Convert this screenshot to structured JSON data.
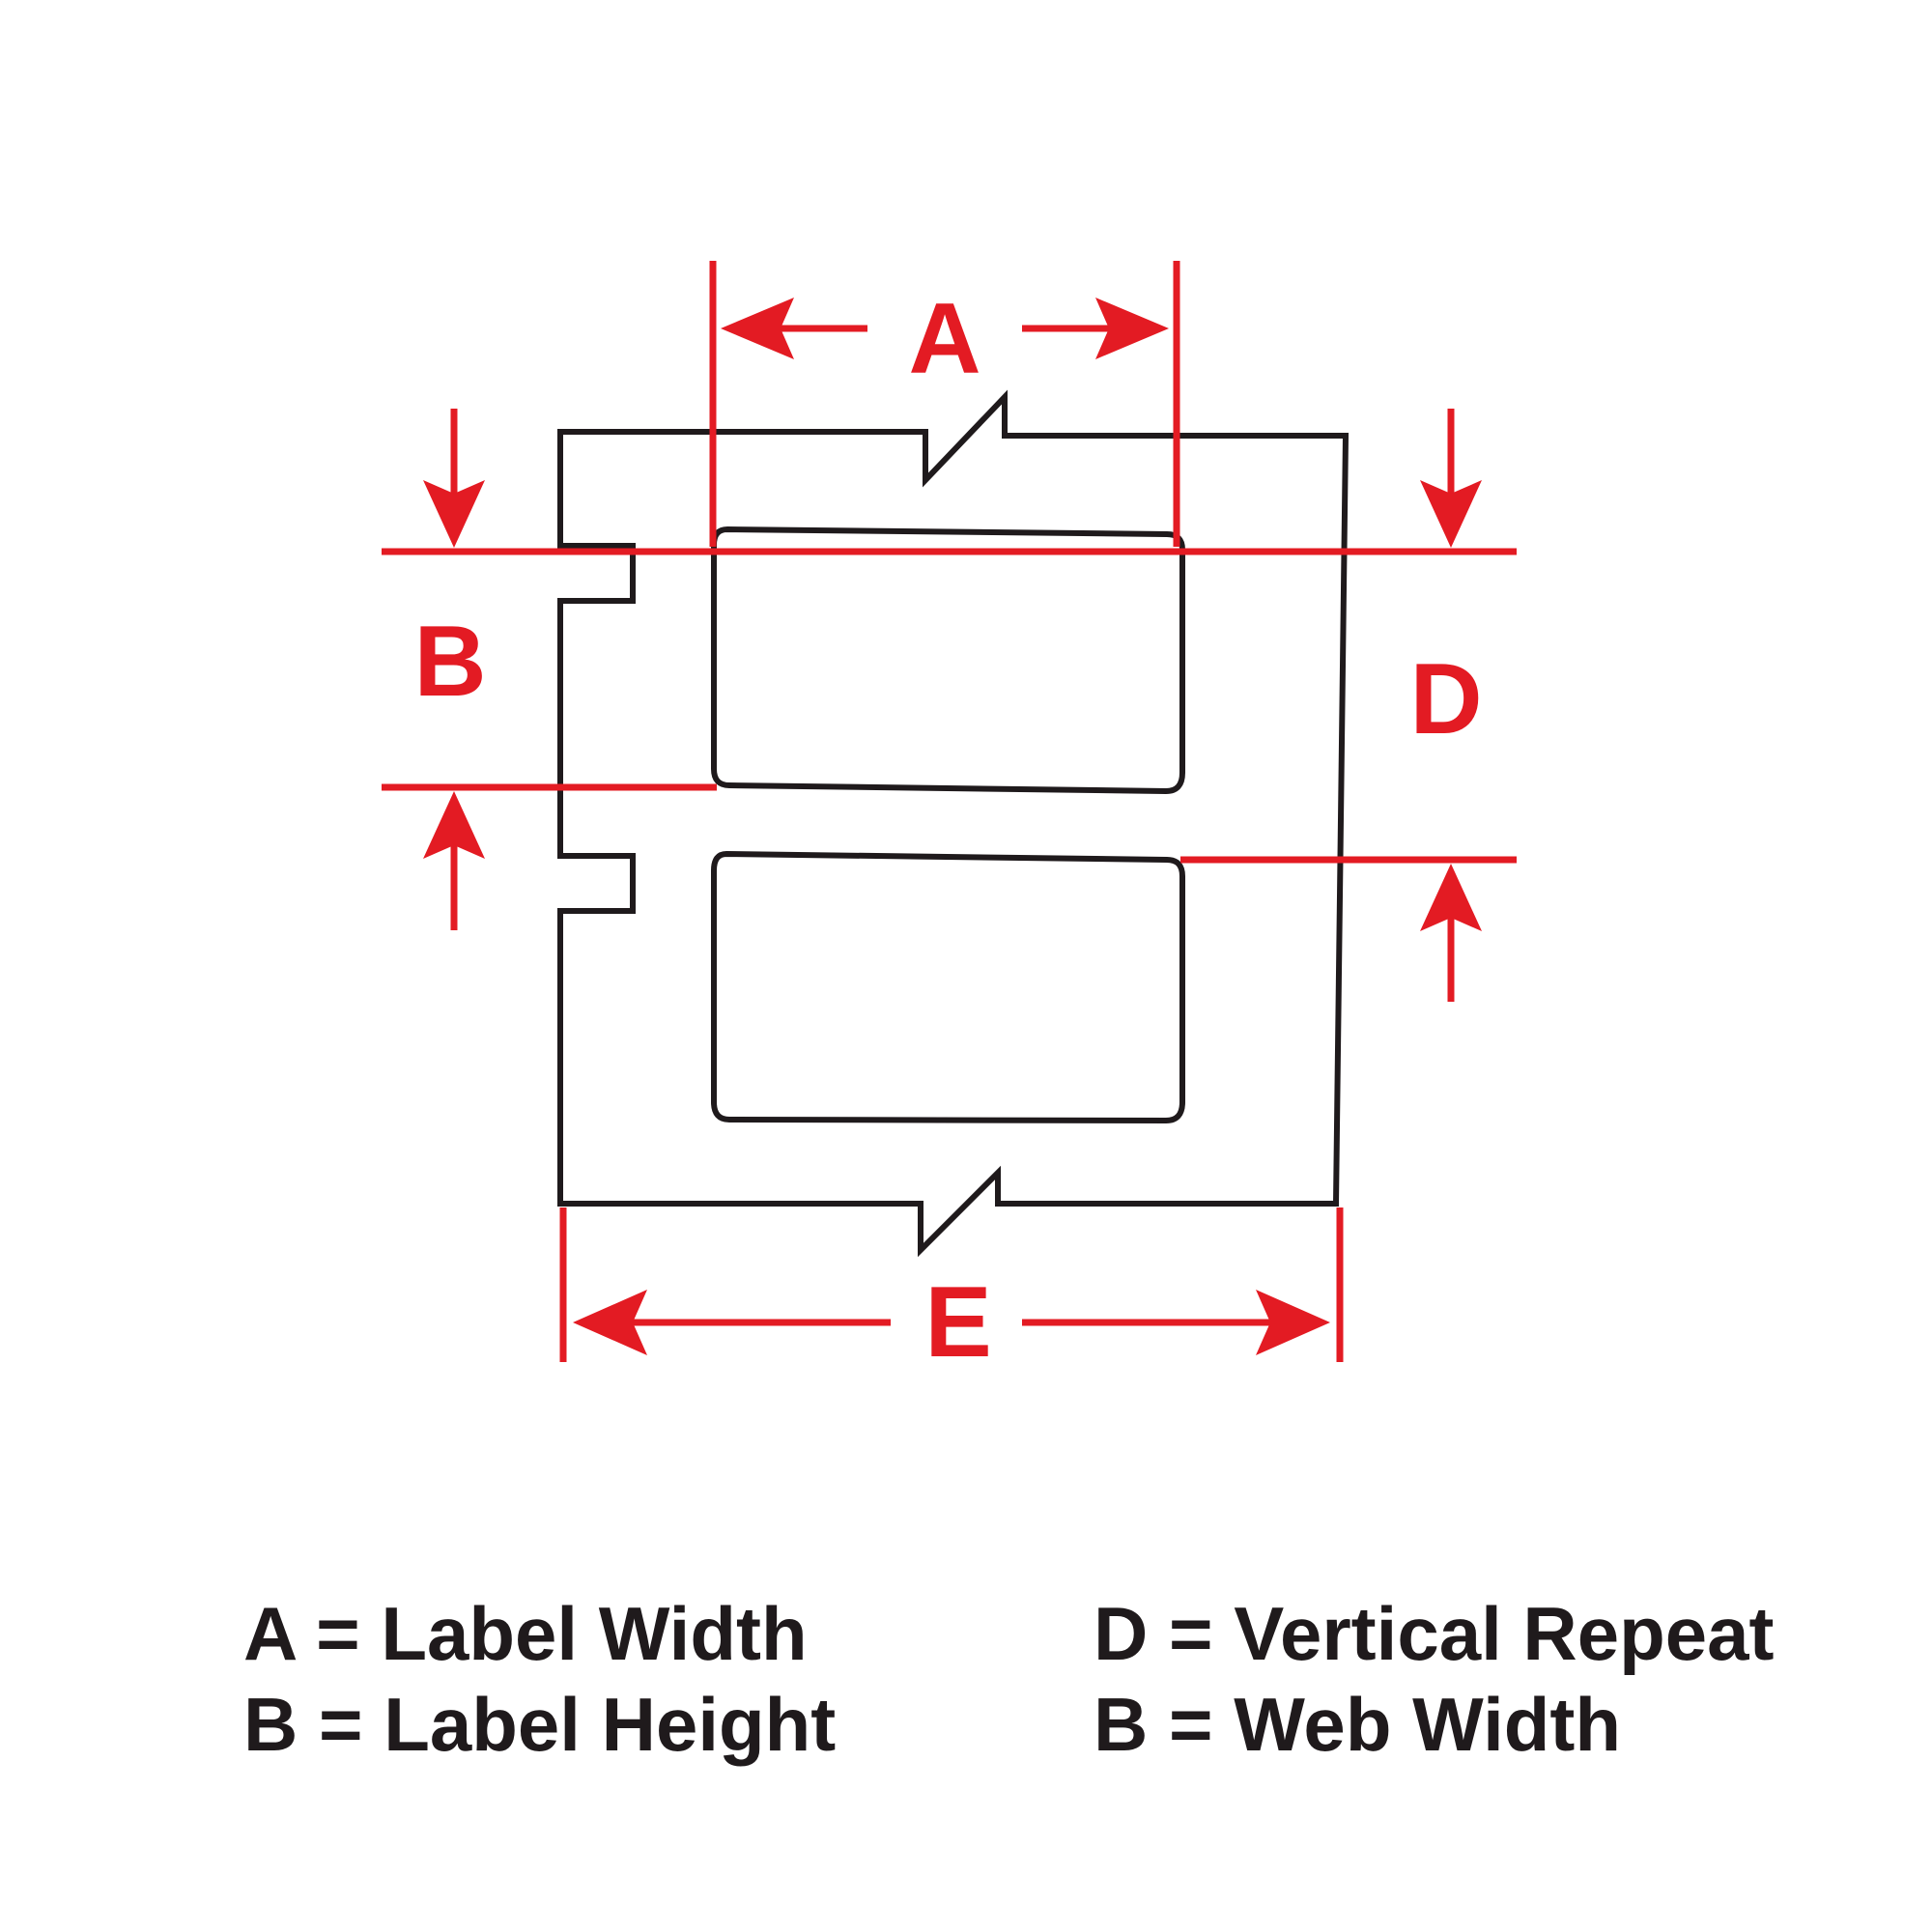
{
  "colors": {
    "dimension": "#e31b23",
    "outline": "#1f1a1c",
    "background": "#ffffff"
  },
  "dimensions": {
    "a": "A",
    "b": "B",
    "d": "D",
    "e": "E"
  },
  "legend": {
    "label_width": "A = Label Width",
    "label_height": "B = Label Height",
    "vertical_repeat": "D = Vertical Repeat",
    "web_width": "B = Web Width"
  }
}
